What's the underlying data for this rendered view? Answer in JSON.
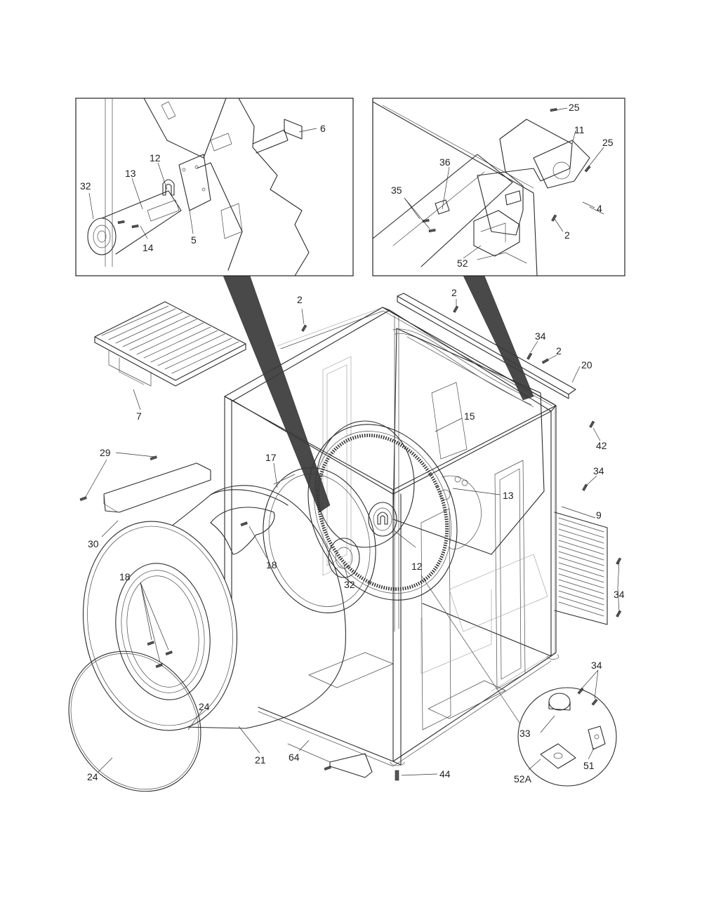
{
  "labels": {
    "inset_left": [
      {
        "id": "L6",
        "text": "6"
      },
      {
        "id": "L12",
        "text": "12"
      },
      {
        "id": "L13",
        "text": "13"
      },
      {
        "id": "L32",
        "text": "32"
      },
      {
        "id": "L14",
        "text": "14"
      },
      {
        "id": "L5",
        "text": "5"
      }
    ],
    "inset_right": [
      {
        "id": "R25a",
        "text": "25"
      },
      {
        "id": "R11",
        "text": "11"
      },
      {
        "id": "R25b",
        "text": "25"
      },
      {
        "id": "R36",
        "text": "36"
      },
      {
        "id": "R35",
        "text": "35"
      },
      {
        "id": "R4",
        "text": "4"
      },
      {
        "id": "R2",
        "text": "2"
      },
      {
        "id": "R52",
        "text": "52"
      }
    ],
    "main": [
      {
        "id": "M2a",
        "text": "2"
      },
      {
        "id": "M2b",
        "text": "2"
      },
      {
        "id": "M34a",
        "text": "34"
      },
      {
        "id": "M2c",
        "text": "2"
      },
      {
        "id": "M20",
        "text": "20"
      },
      {
        "id": "M7",
        "text": "7"
      },
      {
        "id": "M15",
        "text": "15"
      },
      {
        "id": "M42",
        "text": "42"
      },
      {
        "id": "M29",
        "text": "29"
      },
      {
        "id": "M17",
        "text": "17"
      },
      {
        "id": "M34b",
        "text": "34"
      },
      {
        "id": "M13",
        "text": "13"
      },
      {
        "id": "M30",
        "text": "30"
      },
      {
        "id": "M9",
        "text": "9"
      },
      {
        "id": "M18a",
        "text": "18"
      },
      {
        "id": "M12",
        "text": "12"
      },
      {
        "id": "M18b",
        "text": "18"
      },
      {
        "id": "M32",
        "text": "32"
      },
      {
        "id": "M34c",
        "text": "34"
      },
      {
        "id": "M34d",
        "text": "34"
      },
      {
        "id": "M24a",
        "text": "24"
      },
      {
        "id": "M33",
        "text": "33"
      },
      {
        "id": "M21",
        "text": "21"
      },
      {
        "id": "M64",
        "text": "64"
      },
      {
        "id": "M24b",
        "text": "24"
      },
      {
        "id": "M44",
        "text": "44"
      },
      {
        "id": "M52A",
        "text": "52A"
      },
      {
        "id": "M51",
        "text": "51"
      }
    ]
  }
}
